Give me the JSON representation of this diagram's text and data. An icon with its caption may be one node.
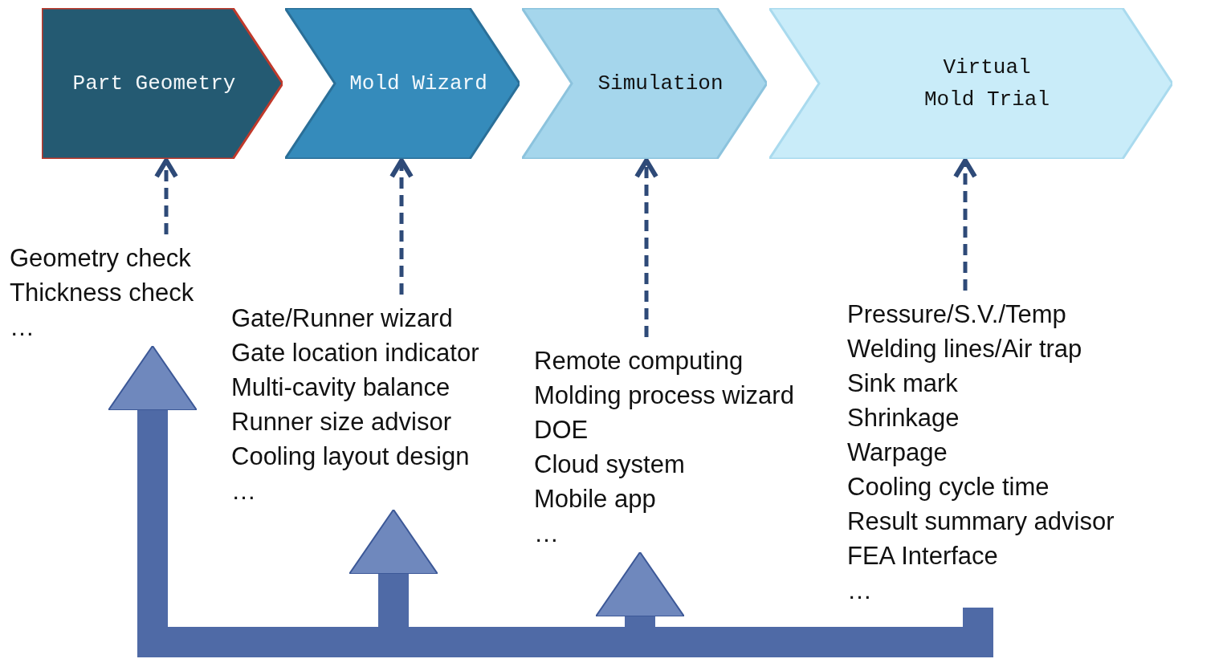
{
  "diagram": {
    "nodes": [
      {
        "text": [
          "Part Geometry"
        ]
      },
      {
        "text": [
          "Mold Wizard"
        ]
      },
      {
        "text": [
          "Simulation"
        ]
      },
      {
        "text": [
          "Virtual Mold Trial"
        ]
      },
      {
        "text": [
          "Geometry check",
          "Thickness check",
          "…"
        ]
      },
      {
        "text": [
          "Gate/Runner wizard",
          "Gate location indicator",
          "Multi-cavity balance",
          "Runner size advisor",
          "Cooling layout design",
          "…"
        ]
      },
      {
        "text": [
          "Remote computing",
          "Molding process wizard",
          "DOE",
          "Cloud system",
          "Mobile app",
          "…"
        ]
      },
      {
        "text": [
          "Pressure/S.V./Temp",
          "Welding lines/Air trap",
          "Sink mark",
          "Shrinkage",
          "Warpage",
          "Cooling cycle time",
          "Result summary advisor",
          "FEA Interface",
          "…"
        ]
      }
    ],
    "edges": [
      {
        "from": 4,
        "to": 0,
        "arrow": "to",
        "style": "dashed"
      },
      {
        "from": 5,
        "to": 1,
        "arrow": "to",
        "style": "dashed"
      },
      {
        "from": 6,
        "to": 2,
        "arrow": "to",
        "style": "dashed"
      },
      {
        "from": 7,
        "to": 3,
        "arrow": "to",
        "style": "dashed"
      },
      {
        "from": 7,
        "to": 4,
        "arrow": "to",
        "style": "thick"
      },
      {
        "from": 7,
        "to": 5,
        "arrow": "to",
        "style": "thick"
      },
      {
        "from": 7,
        "to": 6,
        "arrow": "to",
        "style": "thick"
      }
    ]
  }
}
